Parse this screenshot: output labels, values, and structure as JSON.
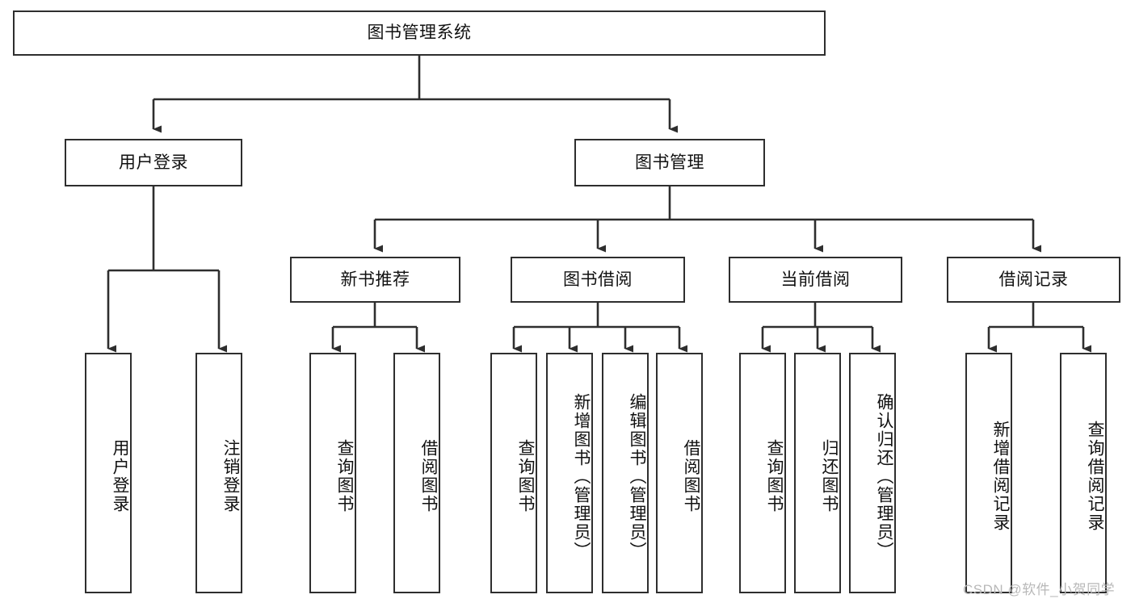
{
  "diagram": {
    "title": "图书管理系统",
    "type": "tree-hierarchy-diagram",
    "colors": {
      "box_border": "#2e2e2e",
      "box_fill": "#ffffff",
      "edge": "#2e2e2e",
      "watermark": "#b8b8b8",
      "background": "#ffffff"
    },
    "levels": {
      "root": {
        "label": "图书管理系统"
      },
      "level2": [
        {
          "id": "user-login",
          "label": "用户登录"
        },
        {
          "id": "book-management",
          "label": "图书管理"
        }
      ],
      "level3": [
        {
          "id": "new-book-recommend",
          "label": "新书推荐",
          "parent": "book-management"
        },
        {
          "id": "book-borrow",
          "label": "图书借阅",
          "parent": "book-management"
        },
        {
          "id": "current-borrow",
          "label": "当前借阅",
          "parent": "book-management"
        },
        {
          "id": "borrow-record",
          "label": "借阅记录",
          "parent": "book-management"
        }
      ],
      "leaves": [
        {
          "id": "leaf-user-login",
          "label": "用户登录",
          "parent": "user-login"
        },
        {
          "id": "leaf-logout-login",
          "label": "注销登录",
          "parent": "user-login"
        },
        {
          "id": "leaf-query-book-1",
          "label": "查询图书",
          "parent": "new-book-recommend"
        },
        {
          "id": "leaf-borrow-book-1",
          "label": "借阅图书",
          "parent": "new-book-recommend"
        },
        {
          "id": "leaf-query-book-2",
          "label": "查询图书",
          "parent": "book-borrow"
        },
        {
          "id": "leaf-add-book-admin",
          "label": "新增图书（管理员）",
          "parent": "book-borrow"
        },
        {
          "id": "leaf-edit-book-admin",
          "label": "编辑图书（管理员）",
          "parent": "book-borrow"
        },
        {
          "id": "leaf-borrow-book-2",
          "label": "借阅图书",
          "parent": "book-borrow"
        },
        {
          "id": "leaf-query-book-3",
          "label": "查询图书",
          "parent": "current-borrow"
        },
        {
          "id": "leaf-return-book",
          "label": "归还图书",
          "parent": "current-borrow"
        },
        {
          "id": "leaf-confirm-return-admin",
          "label": "确认归还（管理员）",
          "parent": "current-borrow"
        },
        {
          "id": "leaf-add-borrow-record",
          "label": "新增借阅记录",
          "parent": "borrow-record"
        },
        {
          "id": "leaf-query-borrow-record",
          "label": "查询借阅记录",
          "parent": "borrow-record"
        }
      ]
    },
    "watermark": "CSDN @软件_小贺同学"
  }
}
